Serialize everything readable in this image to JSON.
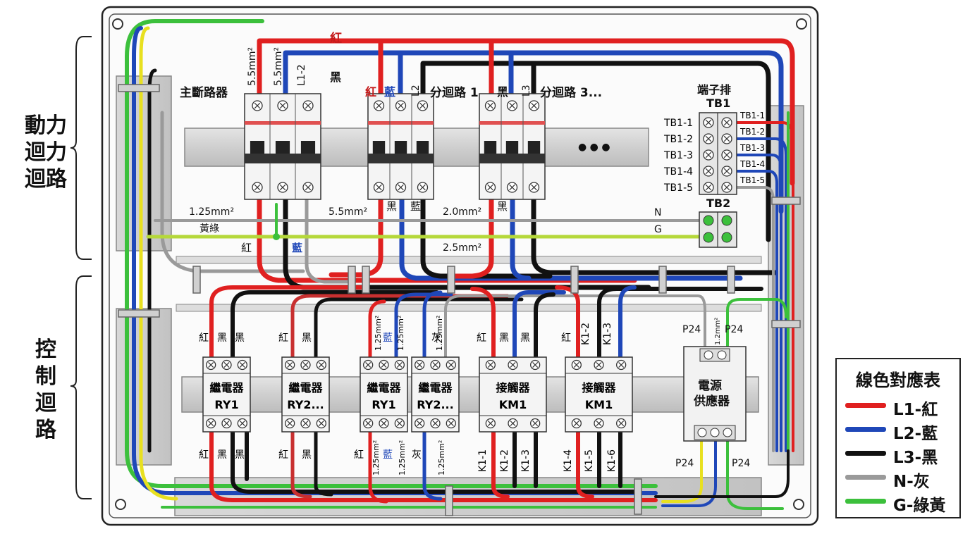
{
  "colors": {
    "L1": "#e02020",
    "L2": "#1f47b8",
    "L3": "#111111",
    "N": "#9a9a9a",
    "G": "#3cc03c",
    "Y": "#e8e020"
  },
  "section_power": {
    "lines": [
      "動力",
      "迴力",
      "迴路"
    ]
  },
  "section_control": {
    "lines": [
      "控",
      "制",
      "迴",
      "路"
    ]
  },
  "legend": {
    "title": "線色對應表",
    "items": [
      {
        "label": "L1-紅",
        "color": "#e02020"
      },
      {
        "label": "L2-藍",
        "color": "#1f47b8"
      },
      {
        "label": "L3-黑",
        "color": "#111111"
      },
      {
        "label": "N-灰",
        "color": "#9a9a9a"
      },
      {
        "label": "G-綠黃",
        "color": "#3cc03c"
      }
    ]
  },
  "top_labels": {
    "red": "紅",
    "black": "黑",
    "red2": "紅",
    "blue2": "藍",
    "l2": "L2",
    "branch1": "分迴路 1",
    "black2": "黑",
    "l3": "L3",
    "branch3": "分迴路 3...",
    "ellipsis": "● ● ●"
  },
  "main_breaker": {
    "label": "主斷路器",
    "wire1": "5.5mm²",
    "wire2": "5.5mm²",
    "wire3": "L1-2"
  },
  "terminal": {
    "title": "端子排",
    "tb1": "TB1",
    "tb2": "TB2",
    "rows_left": [
      "TB1-1",
      "TB1-2",
      "TB1-3",
      "TB1-4",
      "TB1-5"
    ],
    "rows_right": [
      "TB1-1",
      "TB1-2",
      "TB1-3",
      "TB1-4",
      "TB1-5"
    ]
  },
  "busbar": {
    "size1": "1.25mm²",
    "yellow_green": "黃綠",
    "size2": "5.5mm²",
    "size3": "2.0mm²",
    "size4": "2.5mm²",
    "n": "N",
    "g": "G",
    "red": "紅",
    "blue": "藍",
    "black_a": "黑",
    "blue_a": "藍",
    "black_b": "黑"
  },
  "devices": [
    {
      "l1": "繼電器",
      "l2": "RY1"
    },
    {
      "l1": "繼電器",
      "l2": "RY2..."
    },
    {
      "l1": "繼電器",
      "l2": "RY1"
    },
    {
      "l1": "繼電器",
      "l2": "RY2..."
    },
    {
      "l1": "接觸器",
      "l2": "KM1"
    },
    {
      "l1": "接觸器",
      "l2": "KM1"
    }
  ],
  "psu": {
    "l1": "電源",
    "l2": "供應器",
    "p24a": "P24",
    "p24b": "P24",
    "size": "1.2mm²",
    "p24c": "P24",
    "p24d": "P24"
  },
  "upper_wire_labels": [
    "紅",
    "黑",
    "黑",
    "紅",
    "黑",
    "1.25mm²",
    "藍",
    "1.25mm²",
    "灰",
    "1.25mm²",
    "紅",
    "黑",
    "黑",
    "紅",
    "K1-2",
    "K1-3"
  ],
  "lower_wire_labels": [
    "紅",
    "黑",
    "黑",
    "紅",
    "黑",
    "紅",
    "1.25mm²",
    "藍",
    "1.25mm²",
    "灰",
    "1.25mm²",
    "K1-1",
    "K1-2",
    "K1-3",
    "K1-4",
    "K1-5",
    "K1-6"
  ]
}
